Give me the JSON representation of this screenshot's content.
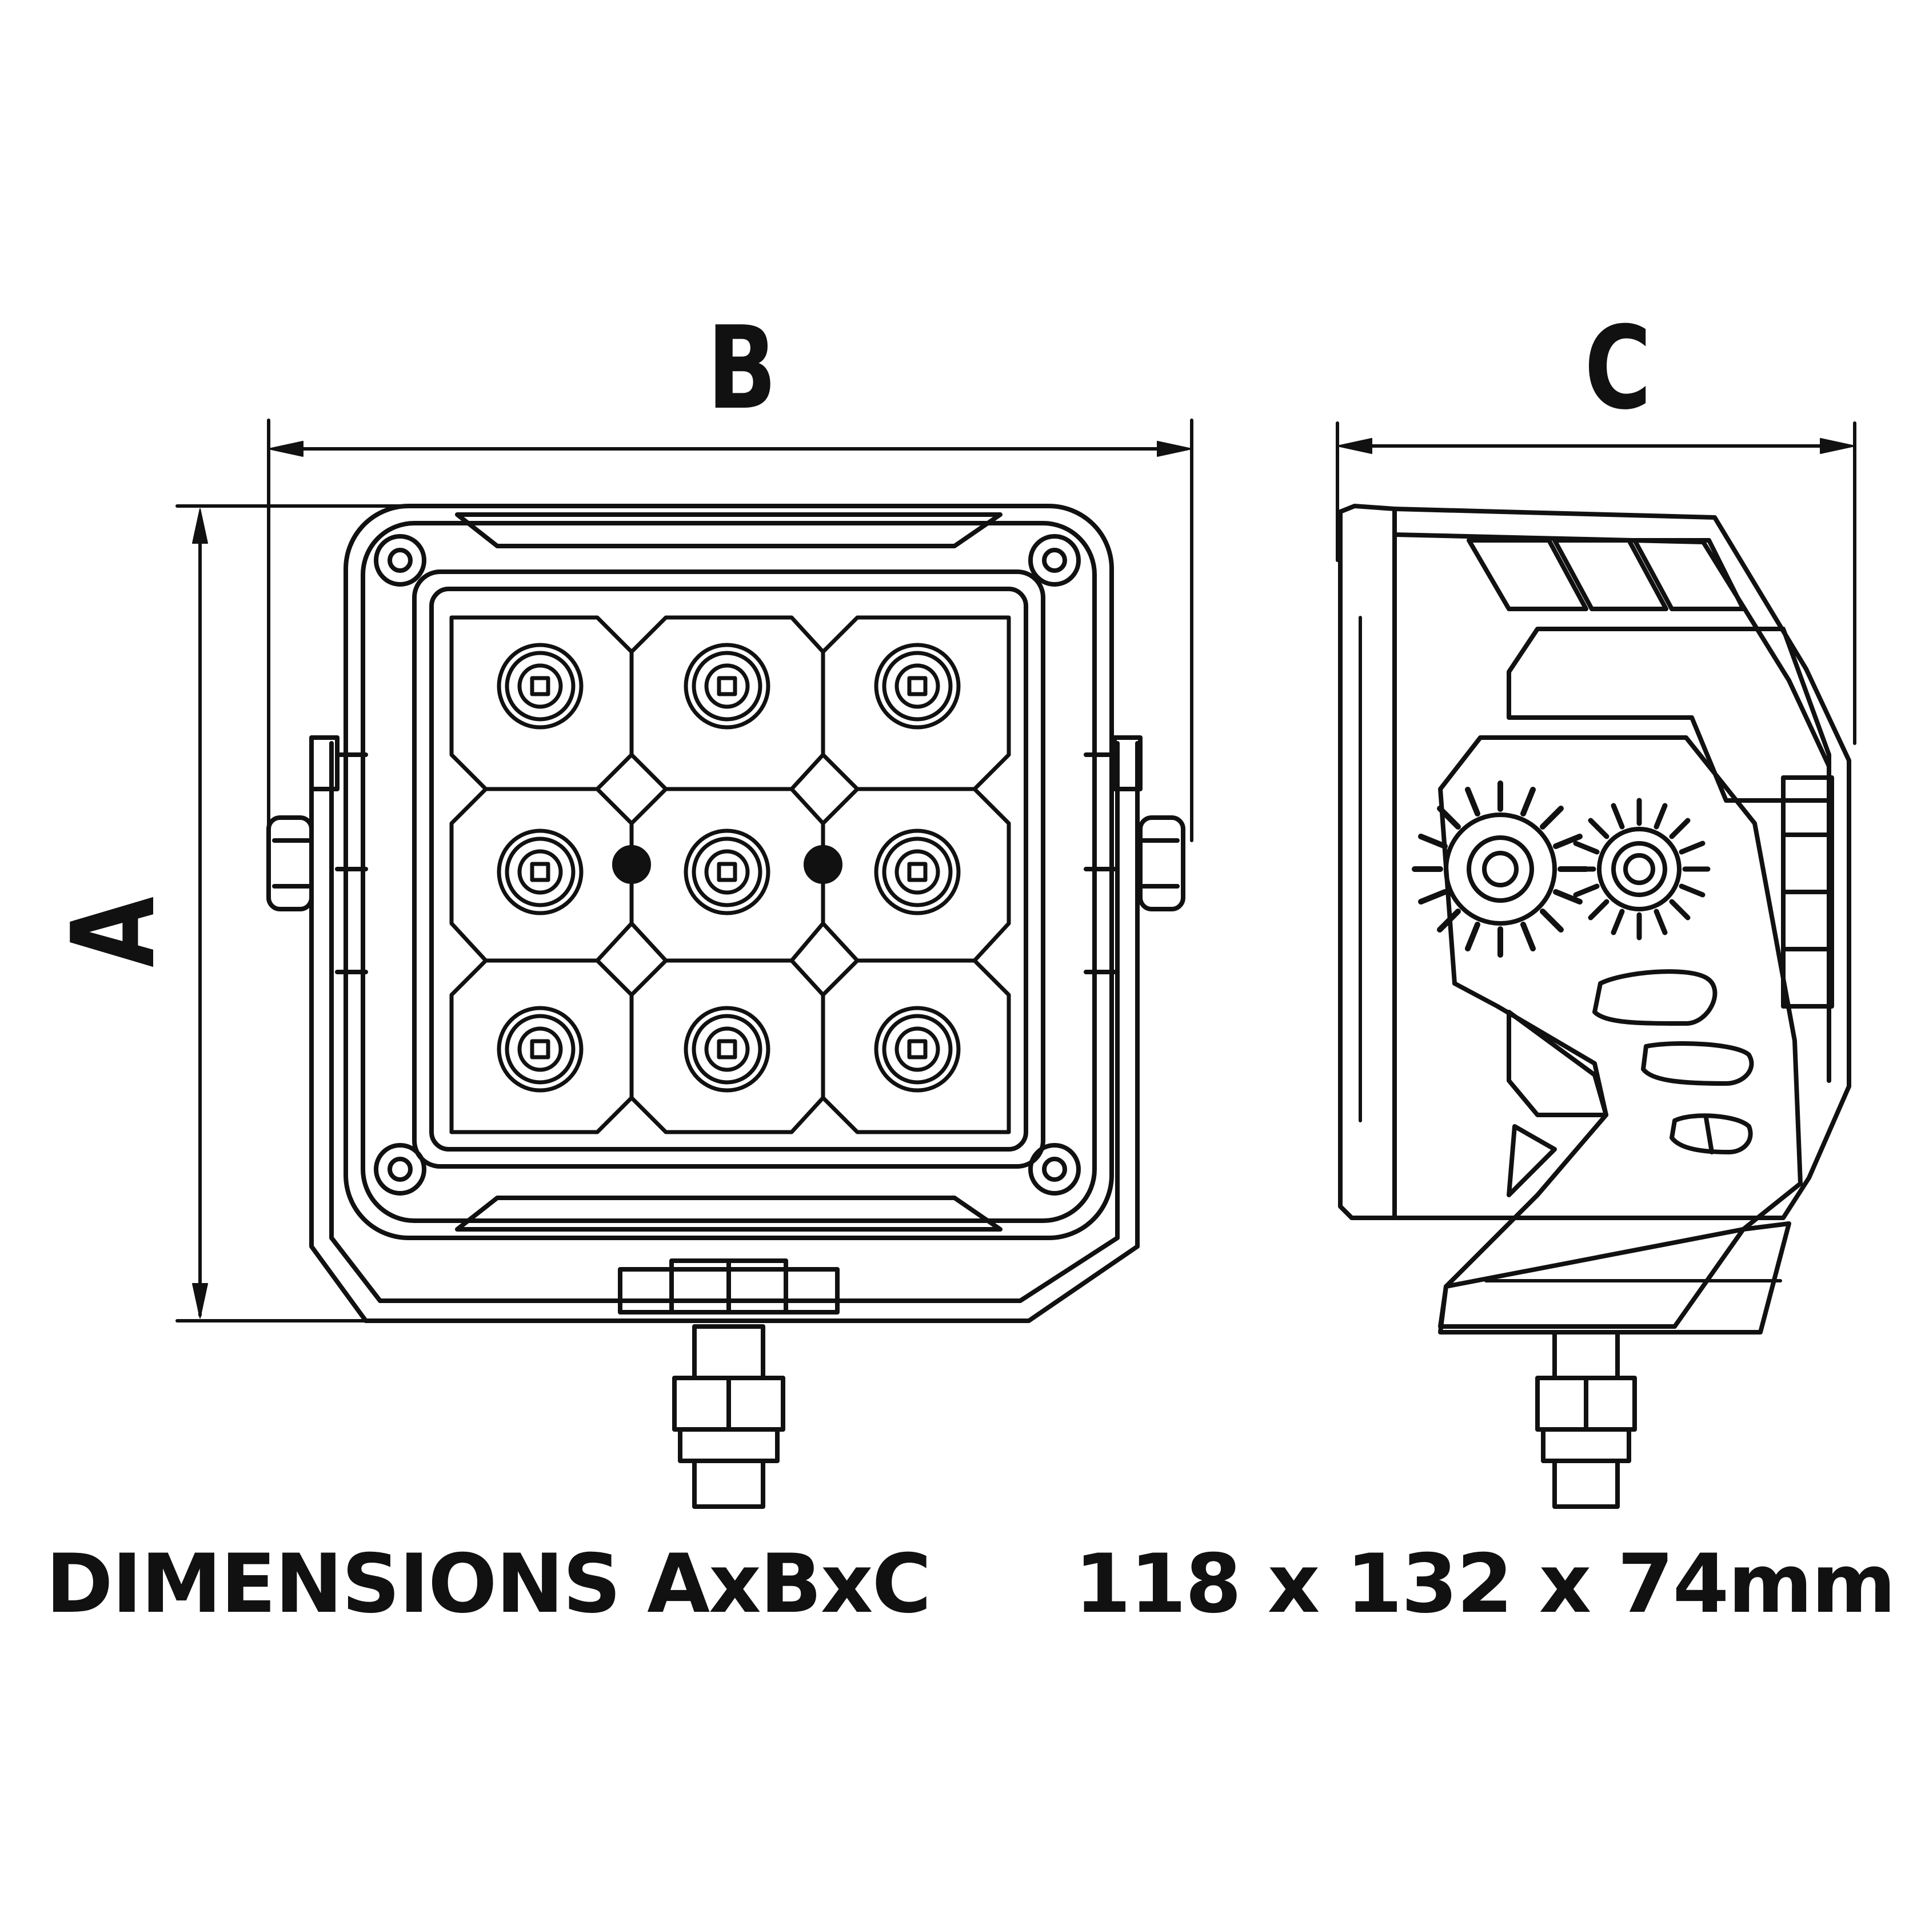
{
  "labels": {
    "a": "A",
    "b": "B",
    "c": "C"
  },
  "caption": {
    "left": "DIMENSIONS AxBxC",
    "right": "118 x 132 x 74mm"
  },
  "colors": {
    "line": "#111111",
    "background": "#ffffff"
  }
}
